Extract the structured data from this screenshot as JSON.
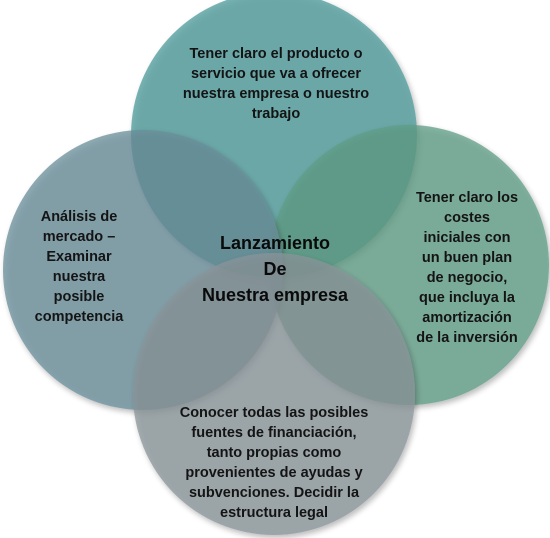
{
  "diagram": {
    "center_title": "Lanzamiento\nDe\nNuestra empresa",
    "circles": [
      {
        "id": "top",
        "color": "#4e9a9a",
        "text": "Tener claro el producto o\nservicio que va a ofrecer\nnuestra empresa o nuestro\ntrabajo"
      },
      {
        "id": "right",
        "color": "#5f9c86",
        "text": "Tener claro los\ncostes\niniciales  con\nun buen plan\nde negocio,\nque incluya la\namortización\nde la inversión"
      },
      {
        "id": "left",
        "color": "#6a8e9a",
        "text": "Análisis de\nmercado –\nExaminar\nnuestra\nposible\ncompetencia"
      },
      {
        "id": "bottom",
        "color": "#8a949a",
        "text": "Conocer todas las posibles\nfuentes de financiación,\ntanto propias como\nprovenientes de ayudas y\nsubvenciones. Decidir la\nestructura legal"
      }
    ]
  }
}
